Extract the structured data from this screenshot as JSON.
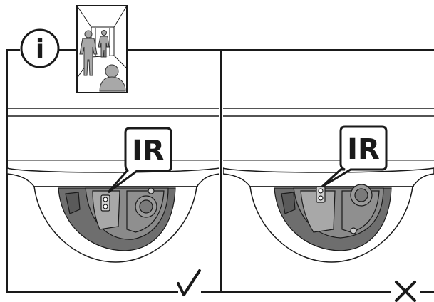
{
  "info": {
    "symbol": "i",
    "icon": "info-icon"
  },
  "panels": [
    {
      "id": "left",
      "callout": "IR",
      "verdict_icon": "checkmark-icon",
      "status": "correct"
    },
    {
      "id": "right",
      "callout": "IR",
      "verdict_icon": "cross-icon",
      "status": "incorrect"
    }
  ],
  "colors": {
    "line": "#1a1a1a",
    "camera_dark": "#6e6e6e",
    "camera_mid": "#8a8a8a",
    "camera_light": "#a8a8a8",
    "shadow": "#555555"
  }
}
